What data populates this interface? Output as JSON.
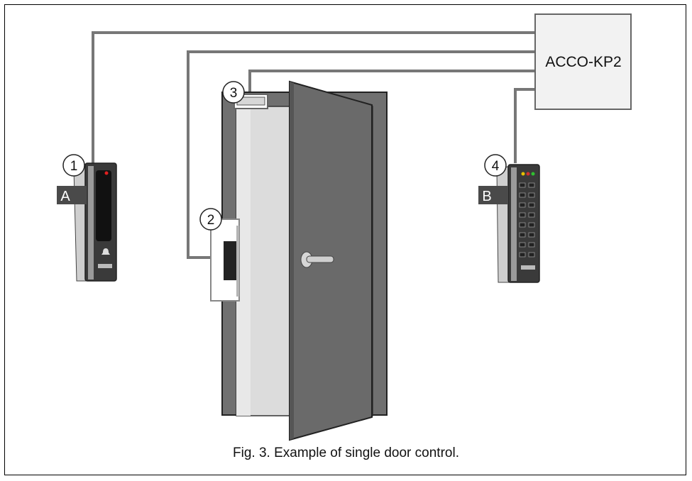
{
  "controller": {
    "label": "ACCO-KP2"
  },
  "callouts": {
    "c1": "1",
    "c2": "2",
    "c3": "3",
    "c4": "4"
  },
  "sides": {
    "a": "A",
    "b": "B"
  },
  "caption": "Fig. 3. Example of single door control.",
  "colors": {
    "wire": "#777777",
    "door_frame": "#6d6d6d",
    "door_leaf": "#6a6a6a",
    "opening": "#dcdcdc",
    "controller_fill": "#f2f2f2",
    "tag_fill": "#4a4a4a"
  }
}
